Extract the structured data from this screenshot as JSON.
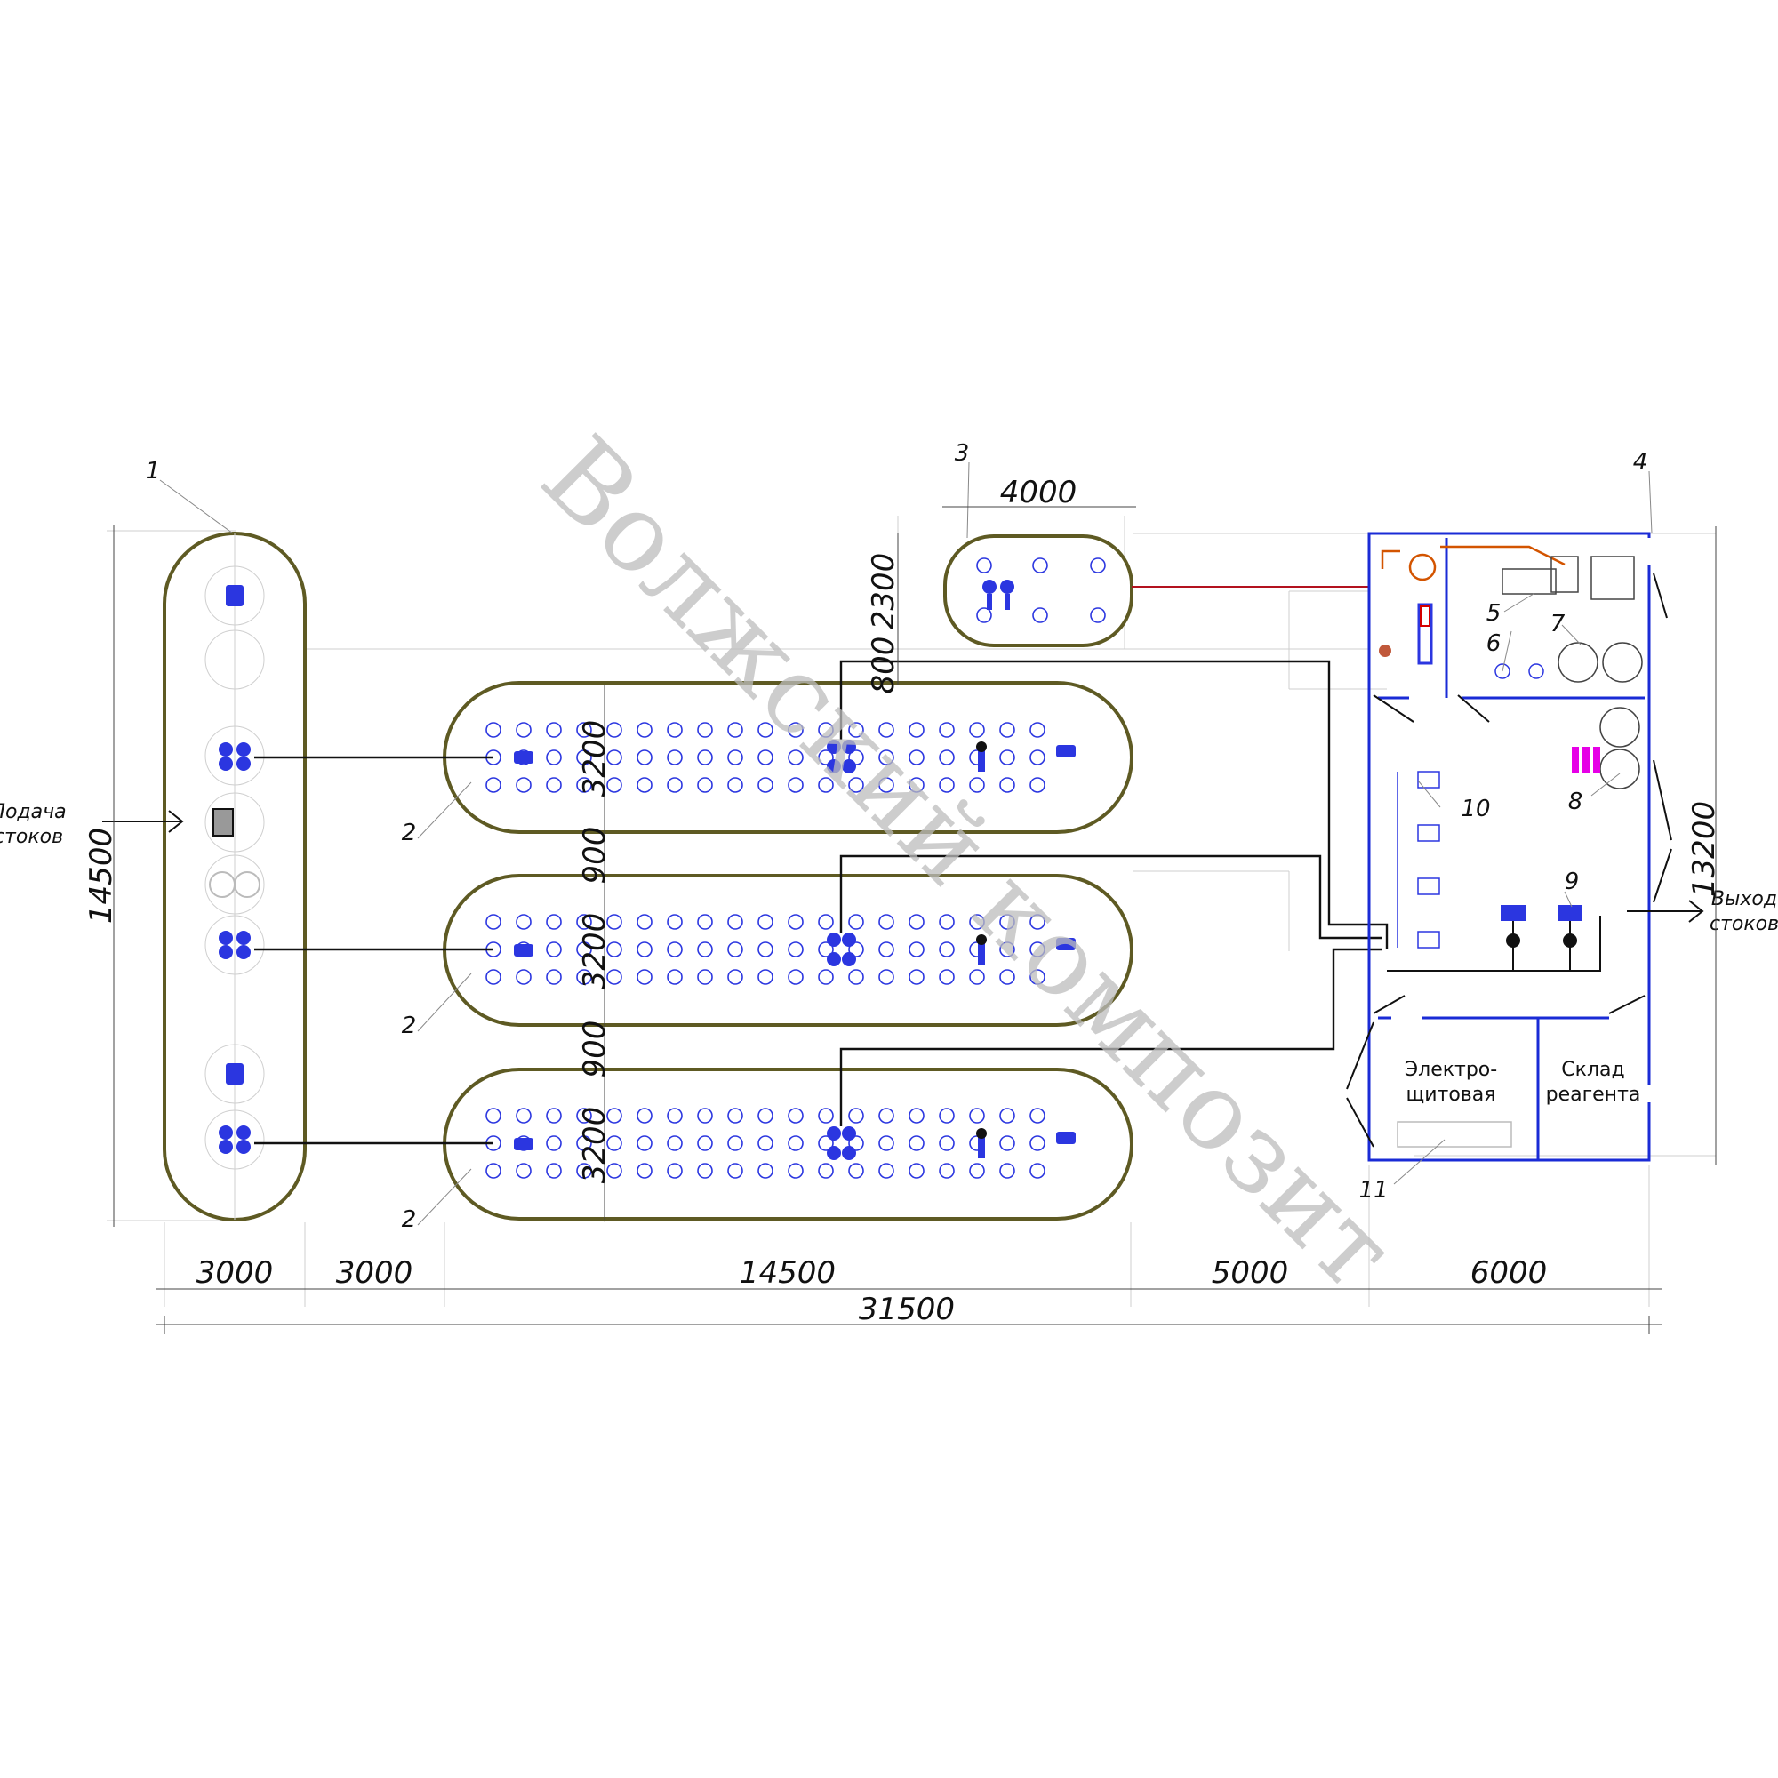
{
  "watermark": "Волжский композит",
  "flow": {
    "inlet": [
      "Подача",
      "стоков"
    ],
    "outlet": [
      "Выход",
      "стоков"
    ]
  },
  "callouts": {
    "c1": "1",
    "c2a": "2",
    "c2b": "2",
    "c2c": "2",
    "c3": "3",
    "c4": "4",
    "c5": "5",
    "c6": "6",
    "c7": "7",
    "c8": "8",
    "c9": "9",
    "c10": "10",
    "c11": "11"
  },
  "rooms": {
    "electrical": [
      "Электро-",
      "щитовая"
    ],
    "storage": [
      "Склад",
      "реагента"
    ]
  },
  "dimensions": {
    "left_height": "14500",
    "right_height": "13200",
    "tank3_width": "4000",
    "tank3_height": "2300",
    "gap_top": "800",
    "tank_height_1": "3200",
    "tank_height_2": "3200",
    "tank_height_3": "3200",
    "gap_1": "900",
    "gap_2": "900",
    "seg_1": "3000",
    "seg_2": "3000",
    "seg_3": "14500",
    "seg_4": "5000",
    "seg_5": "6000",
    "total": "31500"
  },
  "colors": {
    "tank_outline": "#5e5a23",
    "equipment": "#2b36e0",
    "building_wall": "#1a2bd6",
    "pipe": "#111111",
    "watermark": "#bdbdbd",
    "reagent_line": "#d35400",
    "dosing_unit": "#e600e6"
  }
}
